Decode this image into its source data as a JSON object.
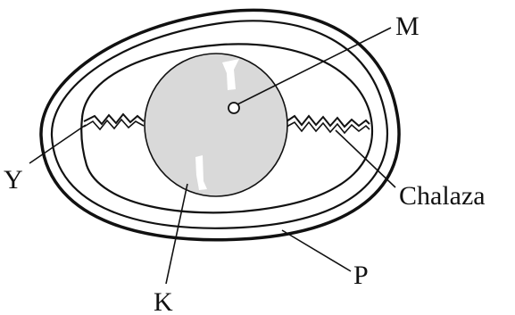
{
  "diagram": {
    "labels": {
      "m": "M",
      "y": "Y",
      "chalaza": "Chalaza",
      "k": "K",
      "p": "P"
    },
    "colors": {
      "ink": "#111111",
      "yolk_fill": "#d9d9d9",
      "background": "#ffffff"
    }
  }
}
